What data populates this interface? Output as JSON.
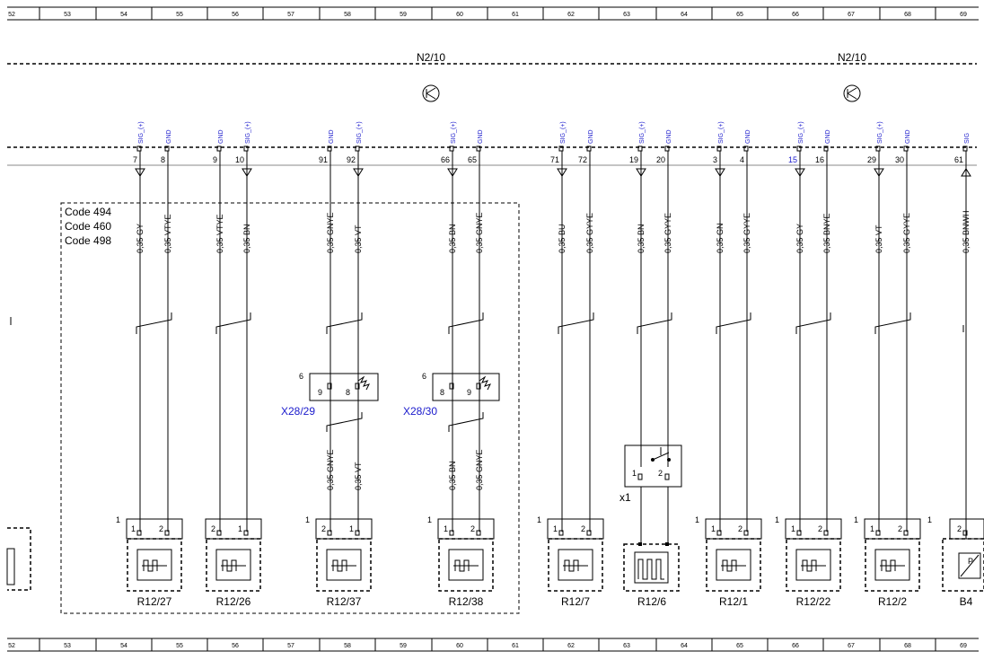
{
  "grid_numbers": [
    "52",
    "53",
    "54",
    "55",
    "56",
    "57",
    "58",
    "59",
    "60",
    "61",
    "62",
    "63",
    "64",
    "65",
    "66",
    "67",
    "68",
    "69"
  ],
  "module_label_left": "N2/10",
  "module_label_right": "N2/10",
  "code_box": [
    "Code 494",
    "Code 460",
    "Code 498"
  ],
  "connectors": [
    {
      "label": "X28/29",
      "number": "6",
      "pins": [
        "9",
        "8"
      ]
    },
    {
      "label": "X28/30",
      "number": "6",
      "pins": [
        "8",
        "9"
      ]
    }
  ],
  "components": [
    {
      "label": "R12/27",
      "number": "1",
      "pins": [
        "1",
        "2"
      ]
    },
    {
      "label": "R12/26",
      "number": "",
      "pins": [
        "2",
        "1"
      ]
    },
    {
      "label": "R12/37",
      "number": "1",
      "pins": [
        "2",
        "1"
      ]
    },
    {
      "label": "R12/38",
      "number": "1",
      "pins": [
        "1",
        "2"
      ]
    },
    {
      "label": "R12/7",
      "number": "1",
      "pins": [
        "1",
        "2"
      ]
    },
    {
      "label": "R12/6",
      "number": "",
      "pins": []
    },
    {
      "label": "R12/1",
      "number": "1",
      "pins": [
        "1",
        "2"
      ]
    },
    {
      "label": "R12/22",
      "number": "1",
      "pins": [
        "1",
        "2"
      ]
    },
    {
      "label": "R12/2",
      "number": "1",
      "pins": [
        "1",
        "2"
      ]
    },
    {
      "label": "B4",
      "number": "1",
      "pins": [
        "2"
      ]
    }
  ],
  "switch": {
    "label": "x1",
    "pins": [
      "1",
      "2"
    ]
  },
  "pins": [
    {
      "sig": "SIG_(+)",
      "num": "7",
      "wire_top": "0,35 GY",
      "wire_bottom": ""
    },
    {
      "sig": "GND",
      "num": "8",
      "wire_top": "0,35 VTYE",
      "wire_bottom": ""
    },
    {
      "sig": "GND",
      "num": "9",
      "wire_top": "0,35 VTYE",
      "wire_bottom": ""
    },
    {
      "sig": "SIG_(+)",
      "num": "10",
      "wire_top": "0,35 BN",
      "wire_bottom": ""
    },
    {
      "sig": "GND",
      "num": "91",
      "wire_top": "0,35 GNYE",
      "wire_bottom": "0,35 GNYE"
    },
    {
      "sig": "SIG_(+)",
      "num": "92",
      "wire_top": "0,35 VT",
      "wire_bottom": "0,35 VT"
    },
    {
      "sig": "SIG_(+)",
      "num": "66",
      "wire_top": "0,35 BN",
      "wire_bottom": "0,35 BN"
    },
    {
      "sig": "GND",
      "num": "65",
      "wire_top": "0,35 GNYE",
      "wire_bottom": "0,35 GNYE"
    },
    {
      "sig": "SIG_(+)",
      "num": "71",
      "wire_top": "0,35 BU",
      "wire_bottom": ""
    },
    {
      "sig": "GND",
      "num": "72",
      "wire_top": "0,35 GYYE",
      "wire_bottom": ""
    },
    {
      "sig": "SIG_(+)",
      "num": "19",
      "wire_top": "0,35 BN",
      "wire_bottom": ""
    },
    {
      "sig": "GND",
      "num": "20",
      "wire_top": "0,35 GYYE",
      "wire_bottom": ""
    },
    {
      "sig": "SIG_(+)",
      "num": "3",
      "wire_top": "0,35 GN",
      "wire_bottom": ""
    },
    {
      "sig": "GND",
      "num": "4",
      "wire_top": "0,35 GYYE",
      "wire_bottom": ""
    },
    {
      "sig": "SIG_(+)",
      "num": "15",
      "wire_top": "0,35 GY",
      "wire_bottom": ""
    },
    {
      "sig": "GND",
      "num": "16",
      "wire_top": "0,35 BNYE",
      "wire_bottom": ""
    },
    {
      "sig": "SIG_(+)",
      "num": "29",
      "wire_top": "0,35 VT",
      "wire_bottom": ""
    },
    {
      "sig": "GND",
      "num": "30",
      "wire_top": "0,35 GYYE",
      "wire_bottom": ""
    },
    {
      "sig": "SIG",
      "num": "61",
      "wire_top": "0,35 BNWH",
      "wire_bottom": ""
    }
  ],
  "colors": {
    "signal_text": "#1a1acc",
    "line": "#000000"
  }
}
